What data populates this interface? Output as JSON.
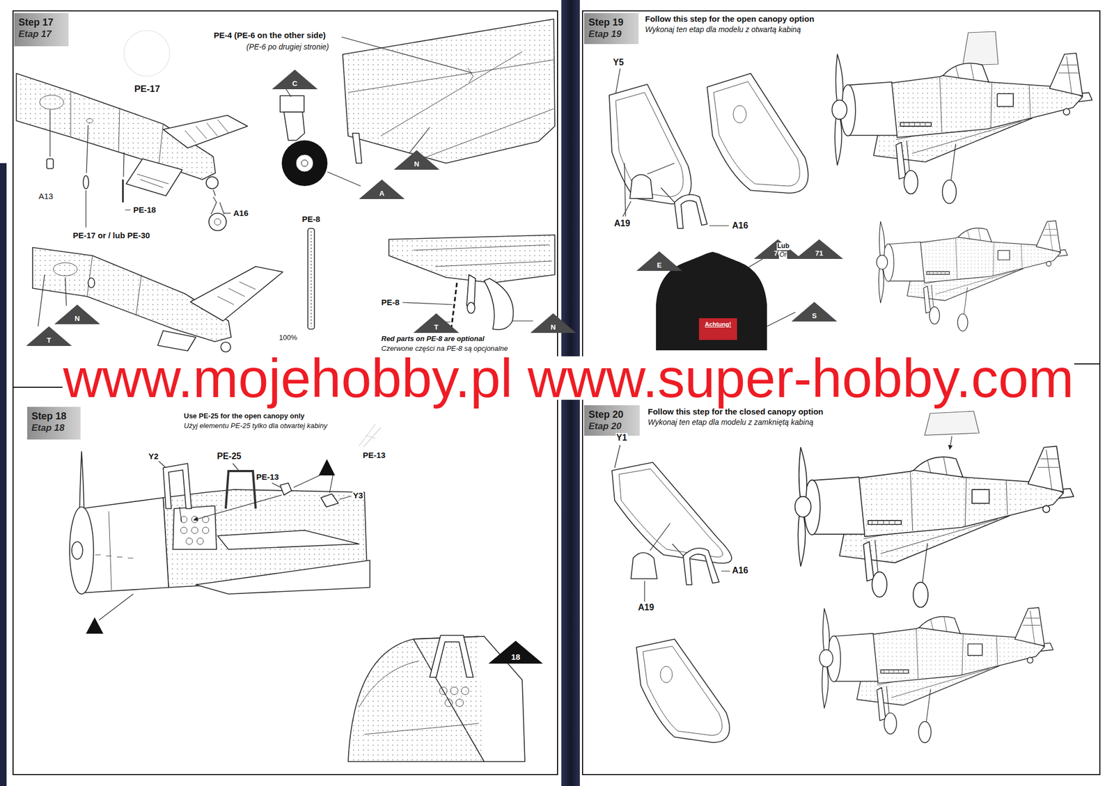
{
  "diagram": {
    "nodes": [
      {
        "text": [
          "Step 17",
          "Etap 17"
        ]
      },
      {
        "text": [
          "C"
        ]
      },
      {
        "text": [
          "A"
        ]
      },
      {
        "text": [
          "N"
        ]
      },
      {
        "text": [
          "T"
        ]
      },
      {
        "text": [
          "N"
        ]
      },
      {
        "text": [
          "T"
        ]
      },
      {
        "text": [
          "N"
        ]
      },
      {
        "text": [
          "Step 18",
          "Etap 18"
        ]
      },
      {
        "text": [
          "18"
        ]
      },
      {
        "text": [
          "Step 19",
          "Etap 19"
        ]
      },
      {
        "text": [
          "E"
        ]
      },
      {
        "text": [
          "70"
        ]
      },
      {
        "text": [
          "71"
        ]
      },
      {
        "text": [
          "S"
        ]
      },
      {
        "text": [
          "Achtung!"
        ]
      },
      {
        "text": [
          "Step 20",
          "Etap 20"
        ]
      }
    ],
    "labels": [
      "PE-4 (PE-6 on the other side)",
      "(PE-6 po drugiej stronie)",
      "PE-17",
      "A13",
      "PE-18",
      "A16",
      "PE-17 or / lub PE-30",
      "PE-8",
      "PE-8",
      "Red parts on PE-8 are optional",
      "Czerwone części na PE-8 są opcjonalne",
      "100%",
      "Use PE-25 for the open canopy only",
      "Użyj elementu PE-25 tylko dla otwartej kabiny",
      "Y2",
      "PE-25",
      "PE-13",
      "PE-13",
      "Y3",
      "Follow this step for the open canopy option",
      "Wykonaj ten etap dla modelu z otwartą kabiną",
      "Y5",
      "A19",
      "A16",
      "Lub",
      "Or",
      "Follow this step for the closed canopy option",
      "Wykonaj ten etap dla modelu z zamkniętą kabiną",
      "Y1",
      "A16",
      "A19",
      "www.mojehobby.pl www.super-hobby.com"
    ]
  }
}
